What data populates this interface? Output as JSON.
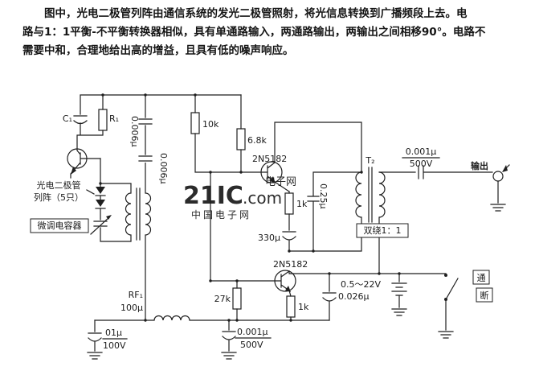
{
  "description": {
    "line1": "图中，光电二极管列阵由通信系统的发光二极管照射，将光信息转换到广播频段上去。电",
    "line2": "路与1：1平衡-不平衡转换器相似，具有单通路输入，两通路输出，两输出之间相移90°。电路不",
    "line3": "需要中和，合理地给出高的增益，且具有低的噪声响应。"
  },
  "watermark": {
    "brand": "21IC",
    "dotcom": ".com",
    "tag": "电子网",
    "cn": "中国电子网",
    "accent_orange": "#ef8f3f",
    "gray": "#b8b8b8"
  },
  "components": {
    "c1": "C₁",
    "r1": "R₁",
    "c006a": "0.006μ",
    "c006b": "0.006μ",
    "r10k": "10k",
    "r68k": "6.8k",
    "q1": "2N5182",
    "q2": "2N5182",
    "r1k_a": "1k",
    "c330": "330μ",
    "c025": "0.25μ",
    "t2": "T₂",
    "cout_num": "0.001μ",
    "cout_den": "500V",
    "output": "输出",
    "bifilar": "双绕1：1",
    "pd1": "光电二极管",
    "pd2": "列阵（5只）",
    "trimmer": "微调电容器",
    "rf": "RF₁",
    "rf_val": "100μ",
    "r27k": "27k",
    "r1k_b": "1k",
    "c026": "0.026μ",
    "battery": "0.5～22V",
    "sw_on": "通",
    "sw_off": "断",
    "c01_num": "01μ",
    "c01_den": "100V",
    "cbot_num": "0.001μ",
    "cbot_den": "500V"
  }
}
